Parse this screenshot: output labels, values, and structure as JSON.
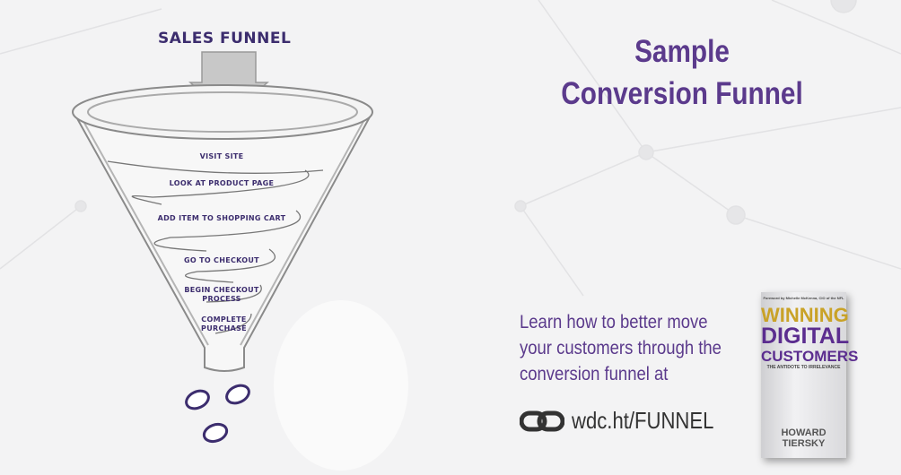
{
  "funnel": {
    "title": "SALES FUNNEL",
    "steps": [
      "VISIT SITE",
      "LOOK AT PRODUCT PAGE",
      "ADD ITEM TO SHOPPING CART",
      "GO TO CHECKOUT",
      "BEGIN CHECKOUT PROCESS",
      "COMPLETE PURCHASE"
    ]
  },
  "heading": {
    "line1": "Sample",
    "line2": "Conversion Funnel"
  },
  "cta": {
    "text": "Learn how to better move your customers through the conversion funnel at",
    "link": "wdc.ht/FUNNEL"
  },
  "book": {
    "foreword": "Foreword by Michelle McKenna, CIO of the NFL",
    "title1": "WINNING",
    "title2": "DIGITAL",
    "title3": "CUSTOMERS",
    "subtitle": "THE ANTIDOTE TO IRRELEVANCE",
    "author": "HOWARD TIERSKY"
  },
  "colors": {
    "purple": "#5b3a8c",
    "navy": "#3c2d6e"
  }
}
